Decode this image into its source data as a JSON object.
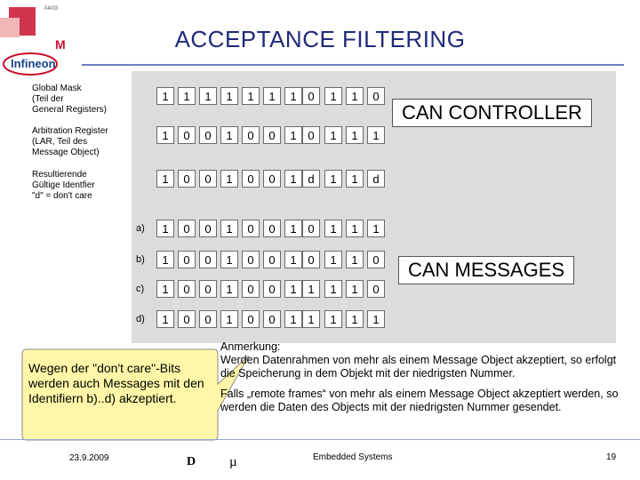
{
  "date_small": "04/03",
  "title": "ACCEPTANCE FILTERING",
  "logo": {
    "brand": "Infineon",
    "m_mark": "M"
  },
  "labels": {
    "global_mask": "Global Mask\n(Teil der\nGeneral Registers)",
    "arbitration": "Arbitration Register\n(LAR, Teil des\nMessage Object)",
    "result": "Resultierende\nGültige Identfier\n\"d\" = don't care"
  },
  "controller_rows": [
    [
      "1",
      "1",
      "1",
      "1",
      "1",
      "1",
      "1",
      "0",
      "1",
      "1",
      "0"
    ],
    [
      "1",
      "0",
      "0",
      "1",
      "0",
      "0",
      "1",
      "0",
      "1",
      "1",
      "1"
    ],
    [
      "1",
      "0",
      "0",
      "1",
      "0",
      "0",
      "1",
      "d",
      "1",
      "1",
      "d"
    ]
  ],
  "can_controller": "CAN CONTROLLER",
  "can_messages": "CAN MESSAGES",
  "message_rows": [
    {
      "label": "a)",
      "bits": [
        "1",
        "0",
        "0",
        "1",
        "0",
        "0",
        "1",
        "0",
        "1",
        "1",
        "1"
      ]
    },
    {
      "label": "b)",
      "bits": [
        "1",
        "0",
        "0",
        "1",
        "0",
        "0",
        "1",
        "0",
        "1",
        "1",
        "0"
      ]
    },
    {
      "label": "c)",
      "bits": [
        "1",
        "0",
        "0",
        "1",
        "0",
        "0",
        "1",
        "1",
        "1",
        "1",
        "0"
      ]
    },
    {
      "label": "d)",
      "bits": [
        "1",
        "0",
        "0",
        "1",
        "0",
        "0",
        "1",
        "1",
        "1",
        "1",
        "1"
      ]
    }
  ],
  "bubble": "Wegen der \"don't care\"-Bits werden auch Messages mit den Identifiern b)..d) akzeptiert.",
  "note": {
    "heading": "Anmerkung:",
    "p1": "Werden Datenrahmen von mehr als einem Message Object akzeptiert, so erfolgt die Speicherung in dem Objekt mit der niedrigsten Nummer.",
    "p2": "Falls „remote frames“ von mehr als einem Message Object akzeptiert werden, so werden die Daten des Objects mit der niedrigsten Nummer gesendet."
  },
  "footer": {
    "date": "23.9.2009",
    "d_mark": "D",
    "mu_mark": "µ",
    "center": "Embedded Systems",
    "page": "19"
  }
}
